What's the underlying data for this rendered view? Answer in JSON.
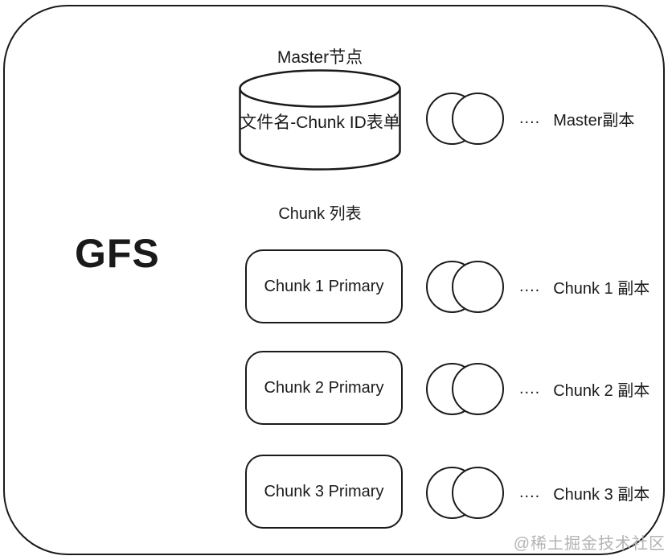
{
  "diagram": {
    "title": "GFS",
    "master": {
      "node_label": "Master节点",
      "cylinder_text": "文件名-Chunk ID表单",
      "dots": "....",
      "replica_label": "Master副本"
    },
    "chunk_section": {
      "list_label": "Chunk 列表",
      "chunks": [
        {
          "primary_label": "Chunk 1 Primary",
          "dots": "....",
          "replica_label": "Chunk 1 副本"
        },
        {
          "primary_label": "Chunk 2 Primary",
          "dots": "....",
          "replica_label": "Chunk 2 副本"
        },
        {
          "primary_label": "Chunk 3 Primary",
          "dots": "....",
          "replica_label": "Chunk 3 副本"
        }
      ]
    },
    "watermark": "@稀土掘金技术社区",
    "colors": {
      "stroke": "#1a1a1a",
      "background": "#ffffff",
      "watermark": "#b3b3b3"
    }
  }
}
